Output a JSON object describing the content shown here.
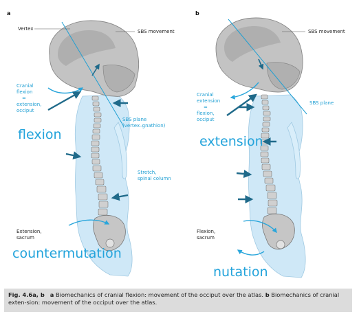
{
  "panels": [
    {
      "letter": "a",
      "labels": {
        "vertex": "Vertex",
        "sbs_movement": "SBS movement",
        "cranial_flexion": [
          "Cranial",
          "flexion",
          "=",
          "extension,",
          "occiput"
        ],
        "sbs_plane": [
          "SBS plane",
          "(vertex–gnathion)"
        ],
        "stretch": [
          "Stretch,",
          "spinal column"
        ],
        "sacrum": [
          "Extension,",
          "sacrum"
        ]
      },
      "handwritten_top": "flexion",
      "handwritten_bottom": "countermutation"
    },
    {
      "letter": "b",
      "labels": {
        "sbs_movement": "SBS movement",
        "sbs_plane": "SBS plane",
        "cranial_extension": [
          "Cranial",
          "extension",
          "=",
          "flexion,",
          "occiput"
        ],
        "sacrum": [
          "Flexion,",
          "sacrum"
        ]
      },
      "handwritten_top": "extension",
      "handwritten_bottom": "nutation"
    }
  ],
  "caption": {
    "fig": "Fig. 4.6a, b",
    "a_letter": "a",
    "a_text": "Biomechanics of cranial flexion: movement of the occiput over the atlas.",
    "b_letter": "b",
    "b_text": "Biomechanics of cranial exten-sion: movement of the occiput over the atlas."
  },
  "colors": {
    "body_fill": "#cfe8f7",
    "skull_fill": "#bdbdbd",
    "arrow": "#1f6a8a",
    "label_blue": "#1f9fd3",
    "handwritten": "#22a3db",
    "caption_bg": "#dcdcdc"
  }
}
